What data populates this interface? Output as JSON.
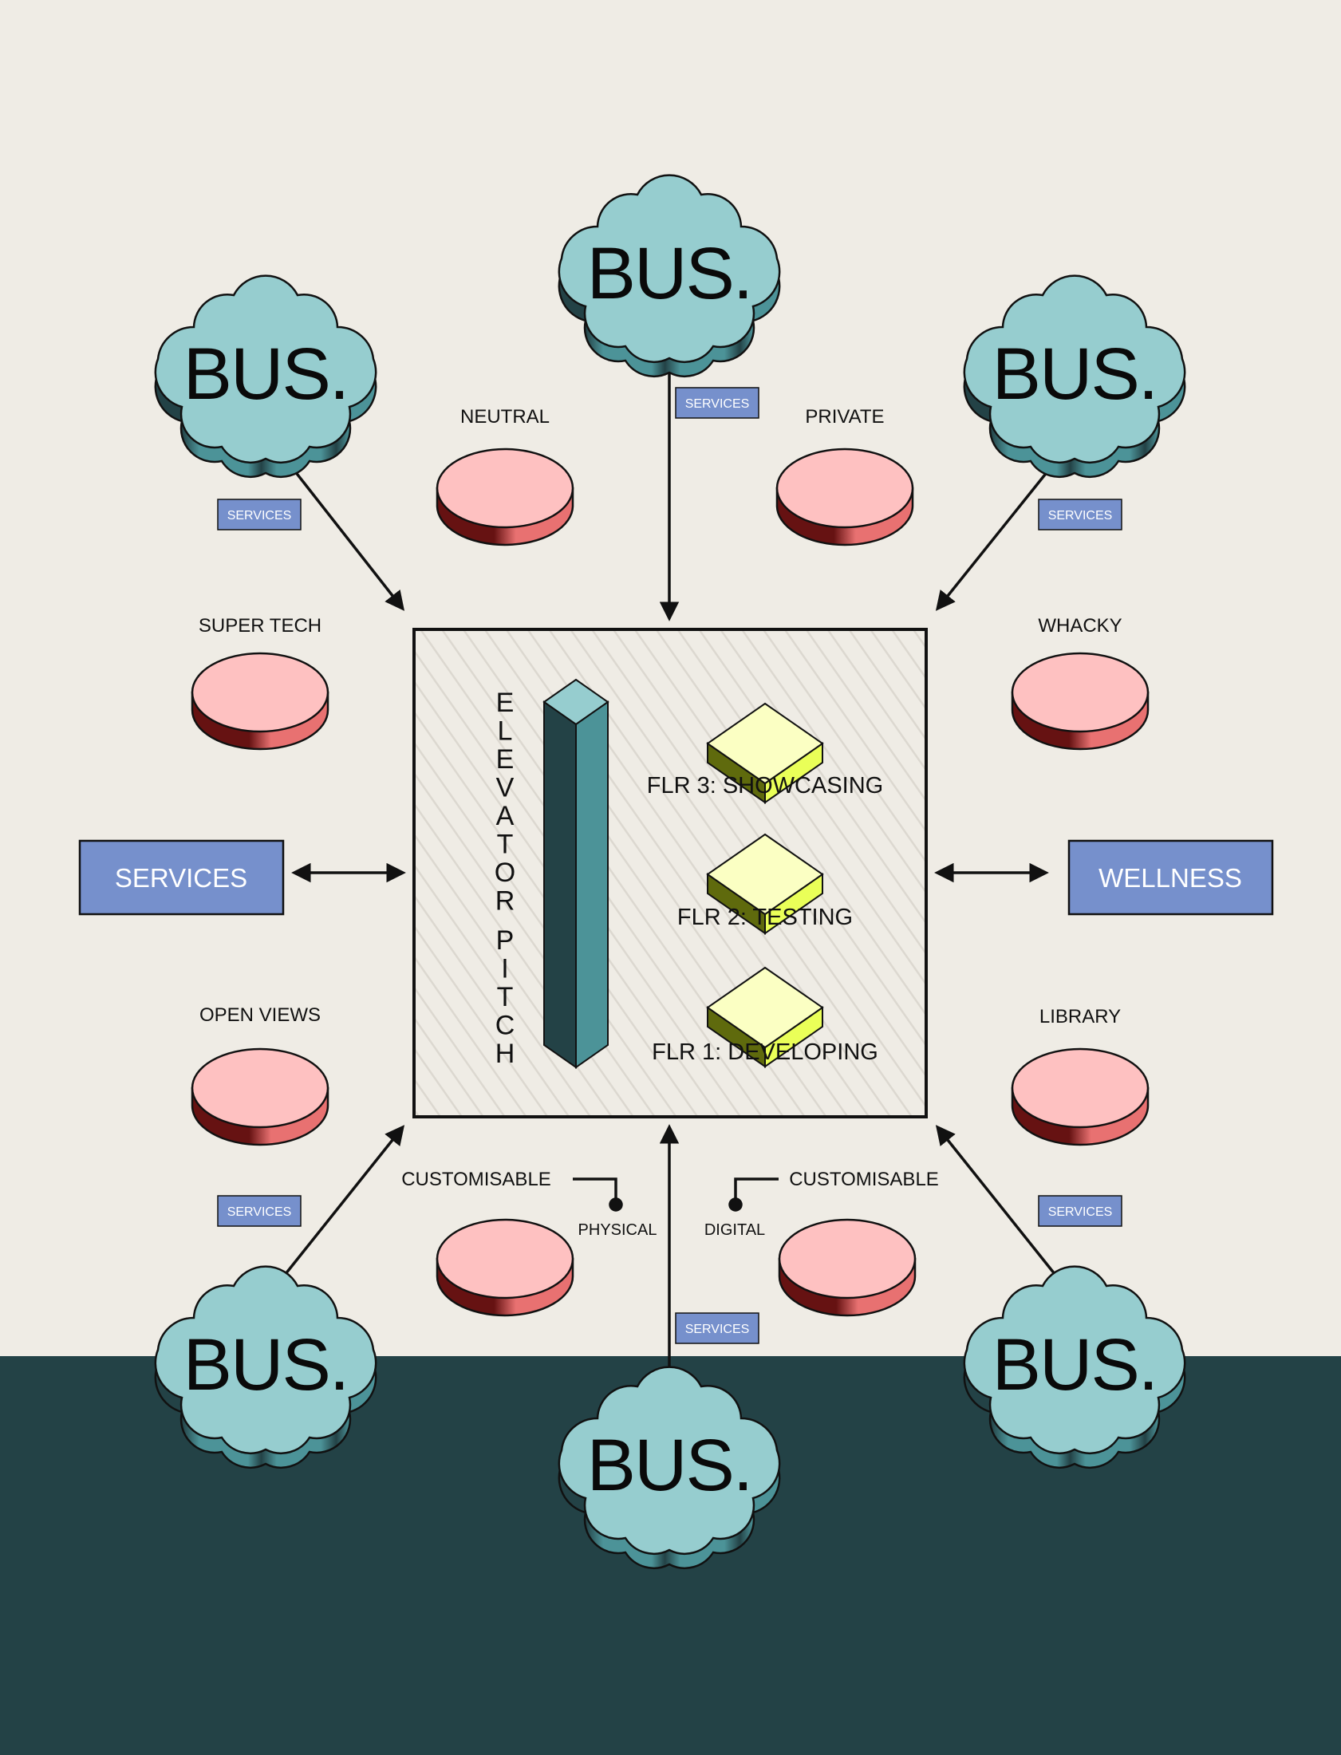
{
  "colors": {
    "background": "#efece5",
    "bottom_band": "#234246",
    "cloud_top": "#96cdcf",
    "cloud_side_light": "#4c9398",
    "cloud_side_dark": "#234246",
    "disc_top": "#fec1c1",
    "disc_side_light": "#e87171",
    "disc_side_dark": "#661212",
    "badge_fill": "#7690cc",
    "tower_left": "#234246",
    "tower_right": "#4c9398",
    "tower_top": "#96cdcf",
    "floor_top": "#fbffc3",
    "floor_side_light": "#eaff58",
    "floor_side_dark": "#5f6a0d",
    "stroke": "#111111"
  },
  "clouds": [
    {
      "id": "top-center",
      "label": "BUS."
    },
    {
      "id": "top-left",
      "label": "BUS."
    },
    {
      "id": "top-right",
      "label": "BUS."
    },
    {
      "id": "bottom-left",
      "label": "BUS."
    },
    {
      "id": "bottom-right",
      "label": "BUS."
    },
    {
      "id": "bottom-center",
      "label": "BUS."
    }
  ],
  "discs": [
    {
      "id": "neutral",
      "label": "NEUTRAL"
    },
    {
      "id": "private",
      "label": "PRIVATE"
    },
    {
      "id": "super-tech",
      "label": "SUPER TECH"
    },
    {
      "id": "whacky",
      "label": "WHACKY"
    },
    {
      "id": "open-views",
      "label": "OPEN VIEWS"
    },
    {
      "id": "library",
      "label": "LIBRARY"
    },
    {
      "id": "customisable-physical",
      "label": "CUSTOMISABLE",
      "sublabel": "PHYSICAL"
    },
    {
      "id": "customisable-digital",
      "label": "CUSTOMISABLE",
      "sublabel": "DIGITAL"
    }
  ],
  "side_boxes": {
    "left": "SERVICES",
    "right": "WELLNESS"
  },
  "small_badges": [
    {
      "id": "top-center",
      "label": "SERVICES"
    },
    {
      "id": "top-left",
      "label": "SERVICES"
    },
    {
      "id": "top-right",
      "label": "SERVICES"
    },
    {
      "id": "bottom-left",
      "label": "SERVICES"
    },
    {
      "id": "bottom-right",
      "label": "SERVICES"
    },
    {
      "id": "bottom-center",
      "label": "SERVICES"
    }
  ],
  "center": {
    "vertical_title": "ELEVATOR PITCH",
    "floors": [
      {
        "label": "FLR 3: SHOWCASING"
      },
      {
        "label": "FLR 2: TESTING"
      },
      {
        "label": "FLR 1: DEVELOPING"
      }
    ]
  }
}
